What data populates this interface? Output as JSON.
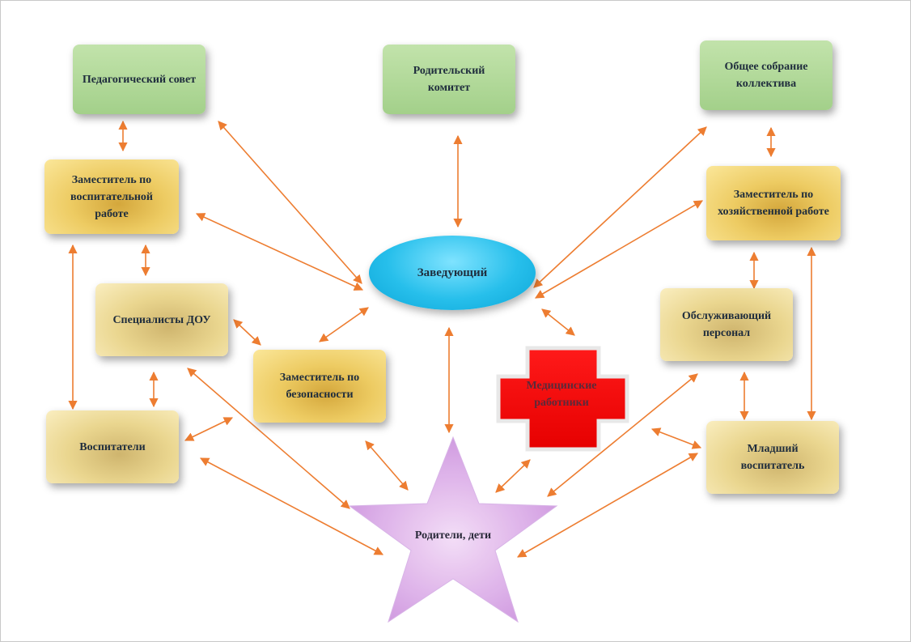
{
  "nodes": {
    "ped_council": "Педагогический совет",
    "parent_committee": "Родительский комитет",
    "general_meeting": "Общее собрание коллектива",
    "deputy_edu": "Заместитель по воспитательной работе",
    "deputy_econ": "Заместитель по хозяйственной работе",
    "head": "Заведующий",
    "specialists": "Специалисты ДОУ",
    "deputy_safety": "Заместитель по безопасности",
    "medical": "Медицинские работники",
    "service_staff": "Обслуживающий персонал",
    "educators": "Воспитатели",
    "junior_educator": "Младший воспитатель",
    "parents_children": "Родители, дети"
  },
  "colors": {
    "arrow": "#ed7d31",
    "green": "#a9d18e",
    "yellow": "#f2c94c",
    "ellipse": "#1ab3e6",
    "cross": "#ff0000",
    "star": "#d9a6e6"
  }
}
